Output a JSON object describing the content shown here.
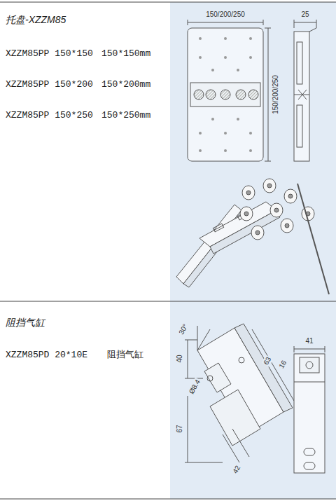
{
  "diagram": {
    "labels": [
      "托盘-XZZM85",
      "XZZM85PP 150*150",
      "150*150mm",
      "XZZM85PP 150*200",
      "150*200mm",
      "XZZM85PP 150*250",
      "150*250mm",
      "150/200/250",
      "25",
      "150/200/250",
      "阻挡气缸",
      "XZZM85PD 20*10E",
      "阻挡气缸",
      "30°",
      "41",
      "40",
      "Ø8.4",
      "16",
      "63",
      "67",
      "42"
    ]
  }
}
